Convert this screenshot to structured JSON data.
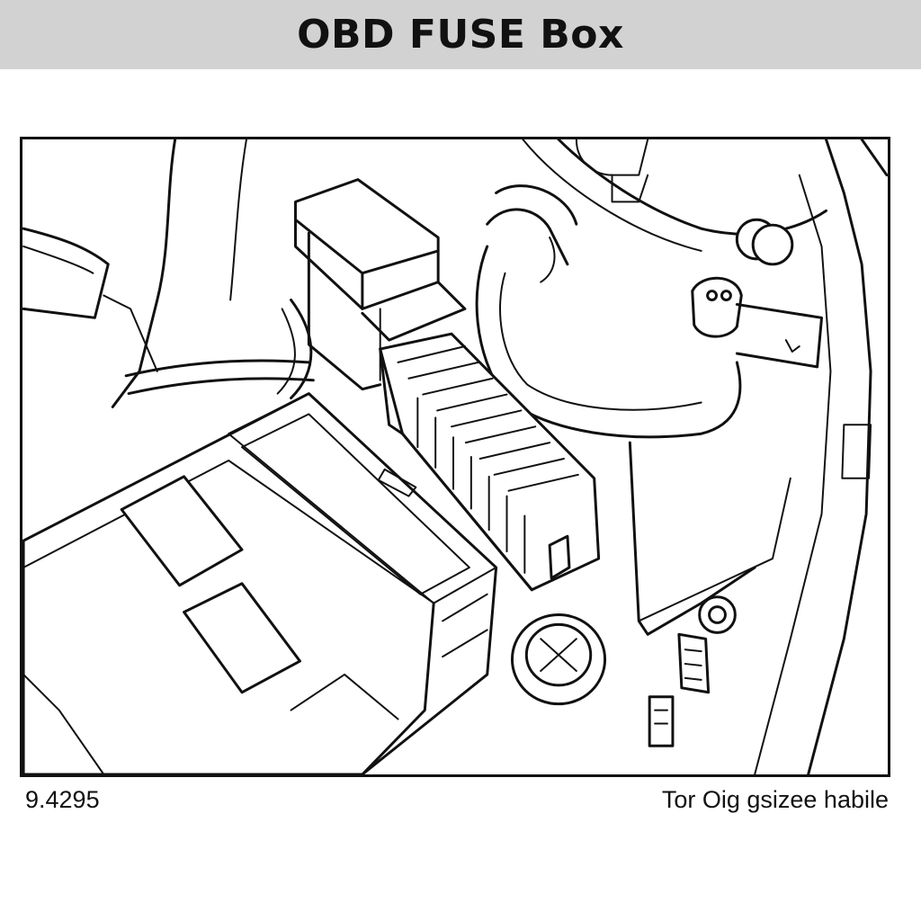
{
  "header": {
    "title": "OBD FUSE Box"
  },
  "figure": {
    "icons": [
      "fuse-box-icon",
      "relay-box-icon",
      "battery-cover-icon",
      "intake-hose-icon",
      "round-cap-icon",
      "connector-icon"
    ]
  },
  "footer": {
    "left_code": "9.4295",
    "right_note": "Tor Oig gsizee habile"
  },
  "colors": {
    "title_bar": "#d2d2d2",
    "line_art": "#111111",
    "background": "#ffffff"
  }
}
